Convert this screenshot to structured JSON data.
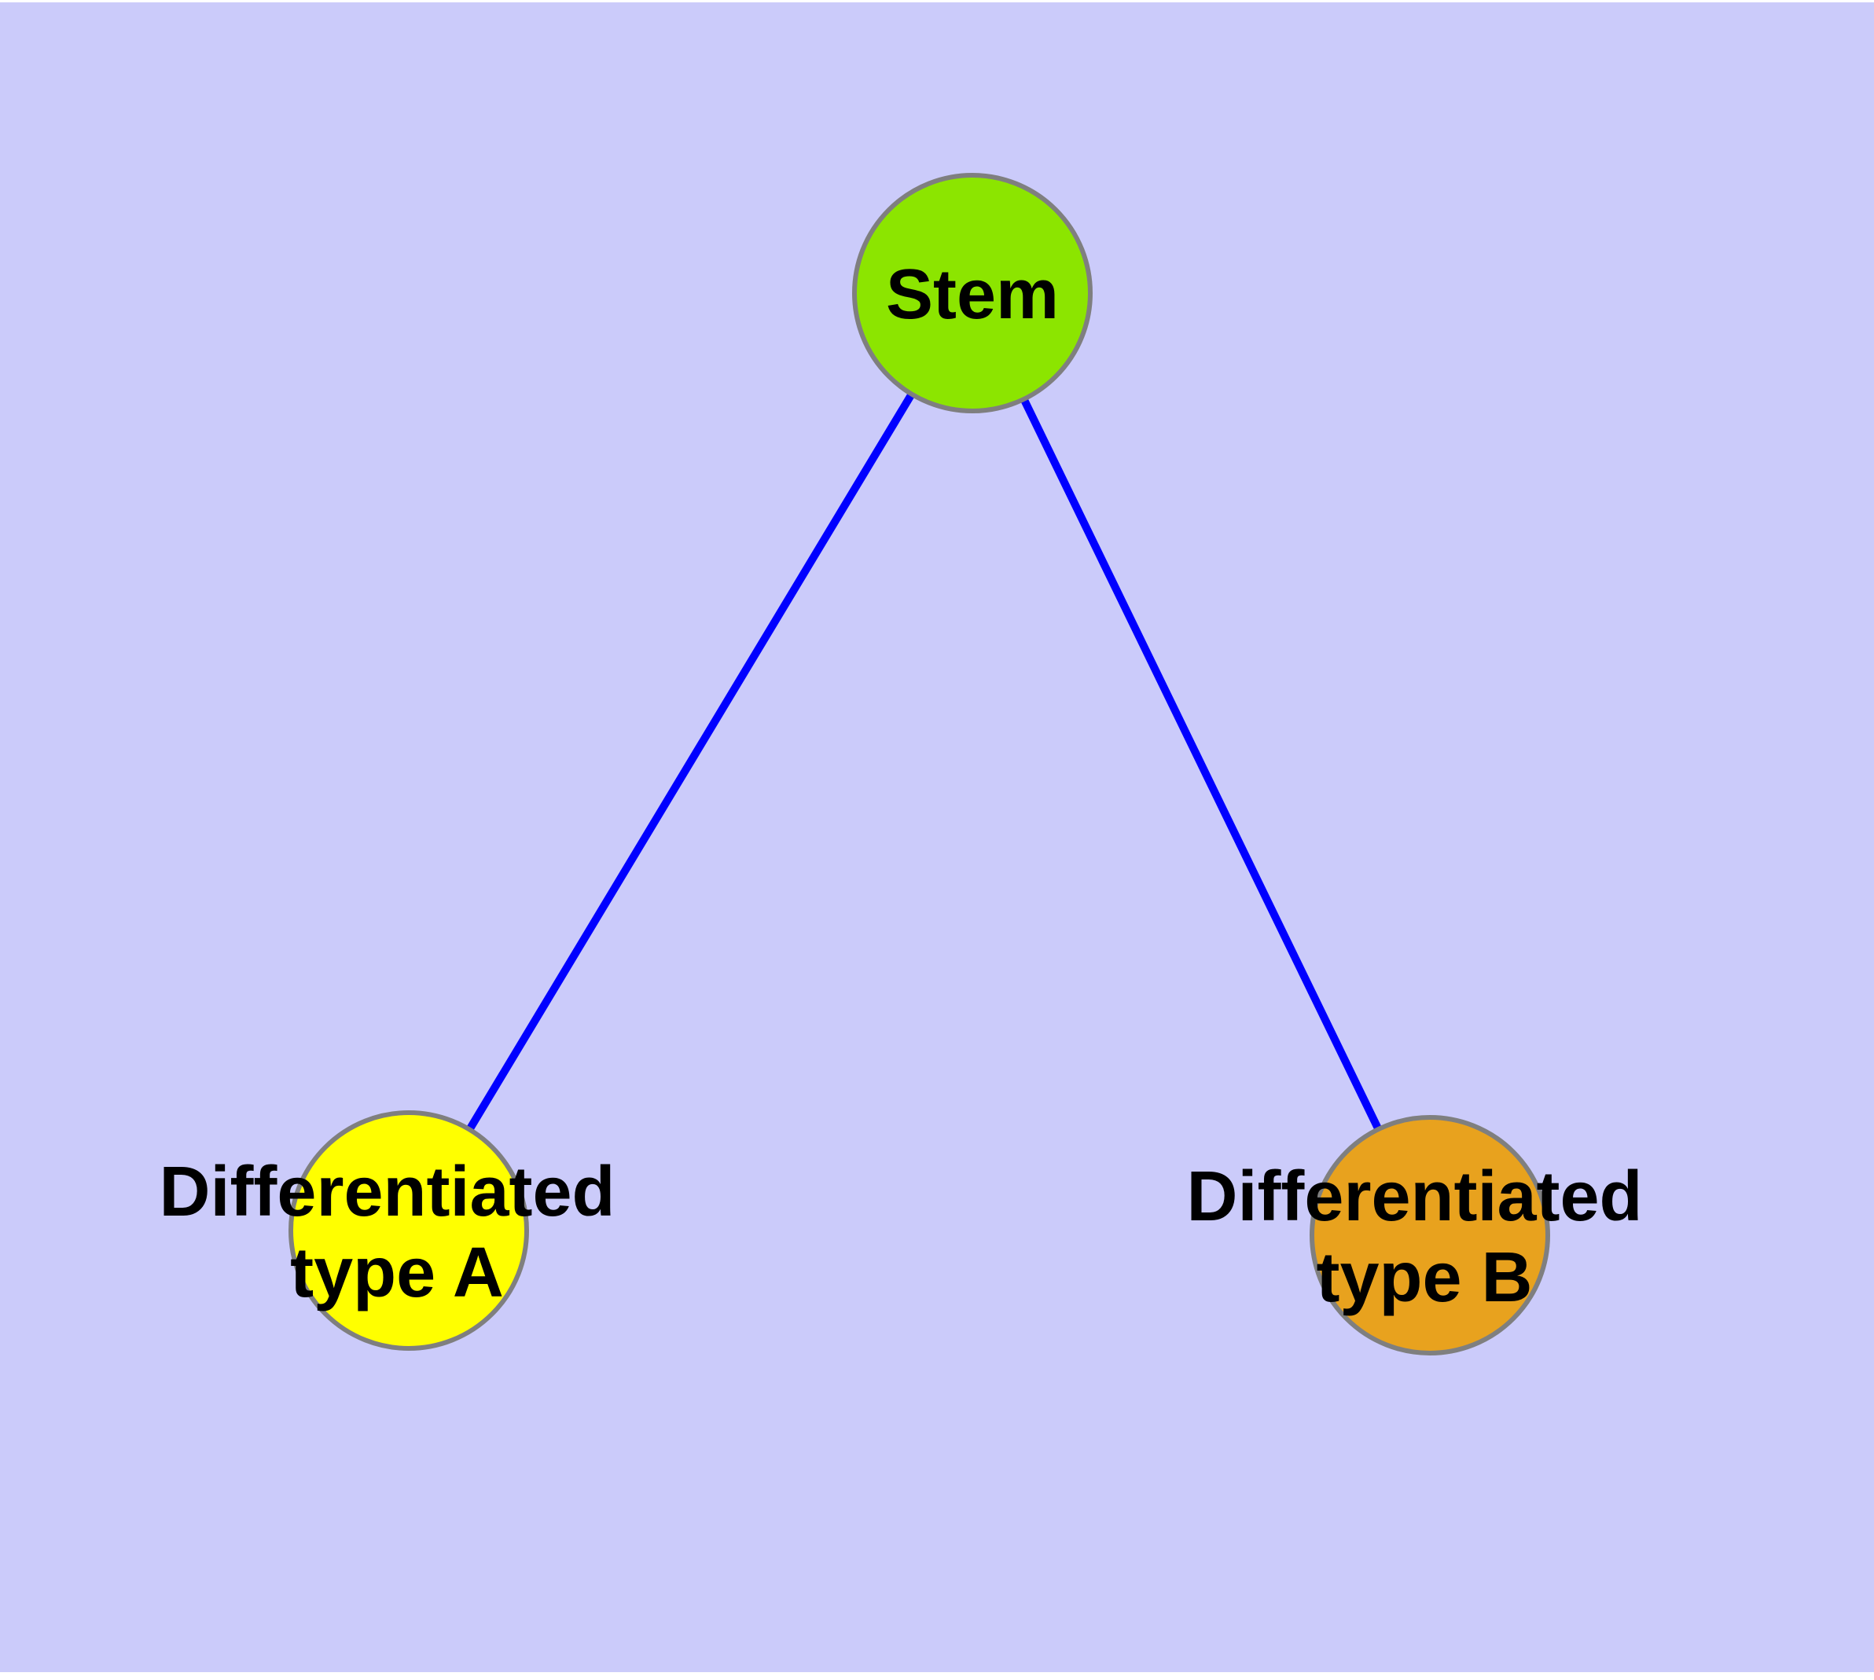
{
  "figure": {
    "type": "graph-diagram",
    "background_color": "#CBCBFA",
    "page_margin_color": "#FFFFFF",
    "node_border_color": "#7F7F7F",
    "edge_color": "#0000FF",
    "label_color": "#000000"
  },
  "nodes": [
    {
      "id": "stem",
      "label": "Stem",
      "fill": "#8CE500"
    },
    {
      "id": "differentiated-type-a",
      "label": "Differentiated type A",
      "label_line1": "Differentiated",
      "label_line2": "type A",
      "fill": "#FFFF00"
    },
    {
      "id": "differentiated-type-b",
      "label": "Differentiated type B",
      "label_line1": "Differentiated",
      "label_line2": "type B",
      "fill": "#E8A21E"
    }
  ],
  "edges": [
    {
      "from": "Stem",
      "to": "Differentiated type A",
      "color": "#0000FF"
    },
    {
      "from": "Stem",
      "to": "Differentiated type B",
      "color": "#0000FF"
    }
  ]
}
